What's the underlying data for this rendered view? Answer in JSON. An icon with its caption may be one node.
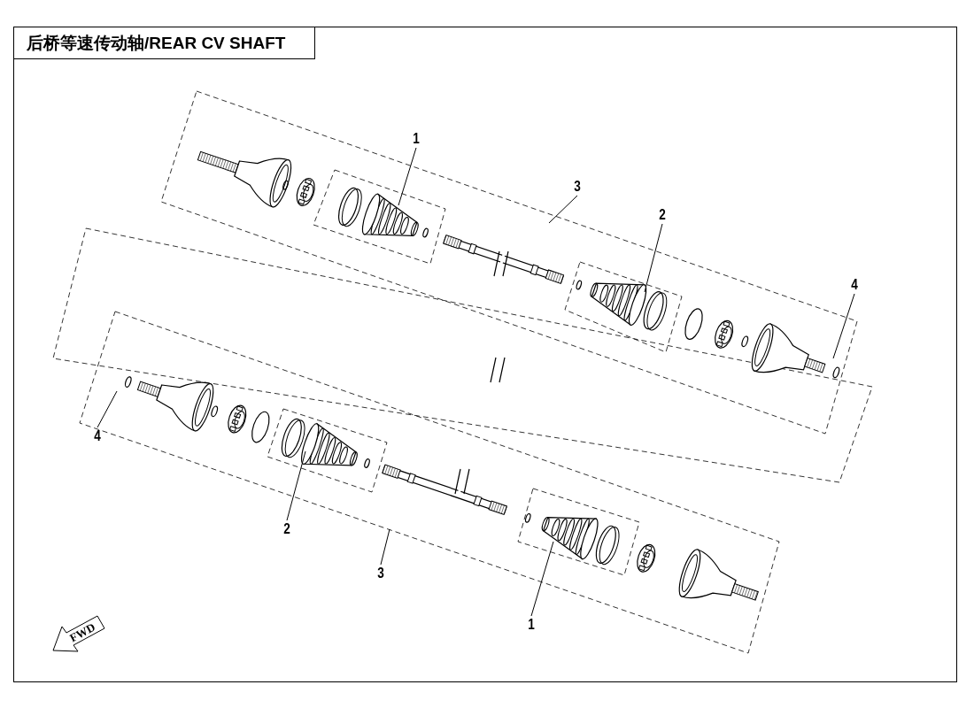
{
  "diagram": {
    "title": "后桥等速传动轴/REAR CV SHAFT",
    "nodes": [
      {
        "text": [
          "1"
        ]
      },
      {
        "text": [
          "3"
        ]
      },
      {
        "text": [
          "2"
        ]
      },
      {
        "text": [
          "4"
        ]
      },
      {
        "text": [
          "4"
        ]
      },
      {
        "text": [
          "2"
        ]
      },
      {
        "text": [
          "3"
        ]
      },
      {
        "text": [
          "1"
        ]
      }
    ],
    "edges": [
      {
        "from": 0,
        "to": null,
        "arrow": "none"
      },
      {
        "from": 1,
        "to": null,
        "arrow": "none"
      },
      {
        "from": 2,
        "to": null,
        "arrow": "none"
      },
      {
        "from": 3,
        "to": null,
        "arrow": "none"
      },
      {
        "from": 4,
        "to": null,
        "arrow": "none"
      },
      {
        "from": 5,
        "to": null,
        "arrow": "none"
      },
      {
        "from": 6,
        "to": null,
        "arrow": "none"
      },
      {
        "from": 7,
        "to": null,
        "arrow": "none"
      }
    ],
    "labels": [
      "FWD"
    ]
  }
}
